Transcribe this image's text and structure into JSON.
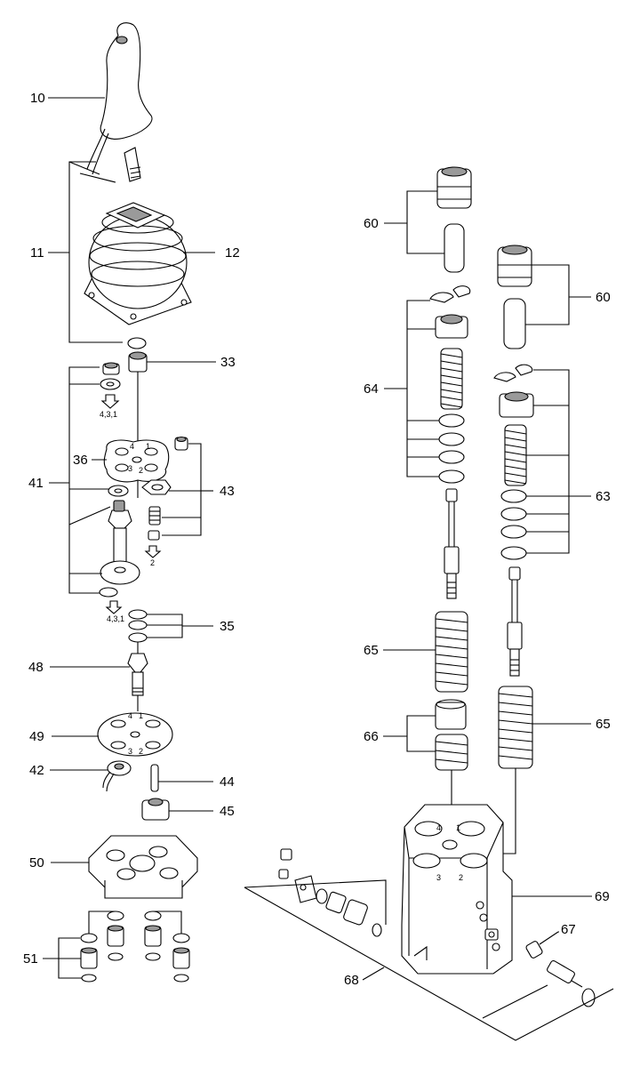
{
  "labels": {
    "l10": "10",
    "l11": "11",
    "l12": "12",
    "l33": "33",
    "l41": "41",
    "l36": "36",
    "l43": "43",
    "l35": "35",
    "l48": "48",
    "l49": "49",
    "l42": "42",
    "l44": "44",
    "l45": "45",
    "l50": "50",
    "l51": "51",
    "l60a": "60",
    "l60b": "60",
    "l64": "64",
    "l63": "63",
    "l65a": "65",
    "l65b": "65",
    "l66": "66",
    "l69": "69",
    "l67": "67",
    "l68": "68"
  },
  "port_marks": {
    "ref_431_a": "4,3,1",
    "ref_2": "2",
    "ref_431_b": "4,3,1",
    "n1": "1",
    "n2": "2",
    "n3": "3",
    "n4": "4"
  },
  "colors": {
    "line": "#000000",
    "fill": "#ffffff",
    "shade": "#9a9a9a"
  }
}
